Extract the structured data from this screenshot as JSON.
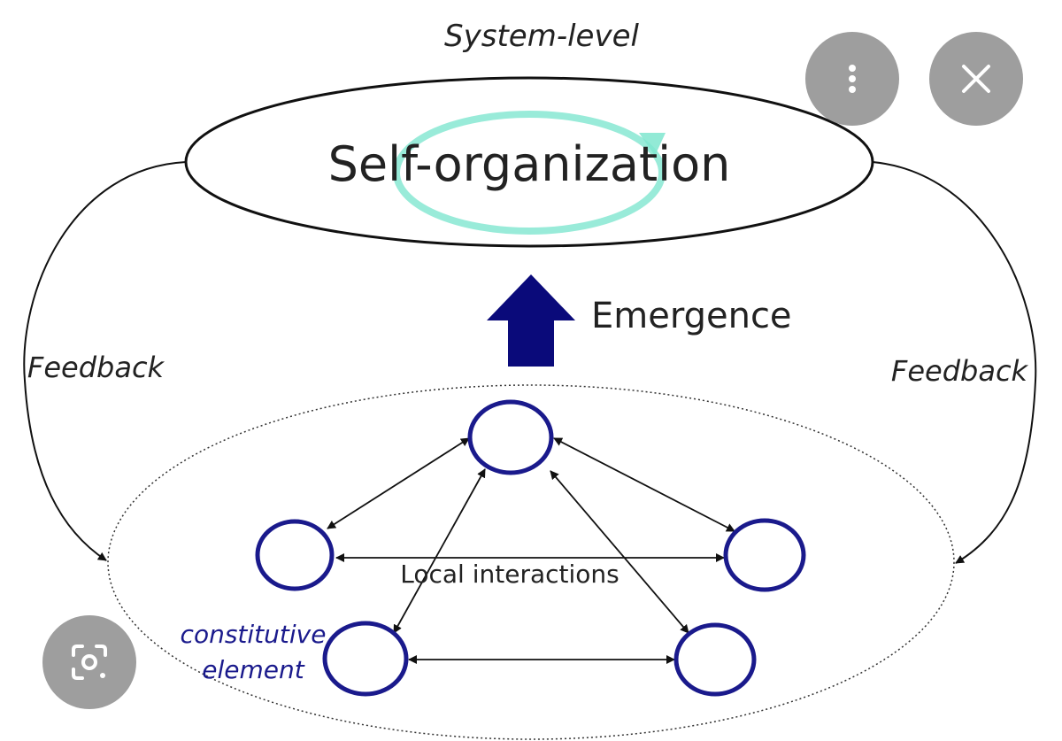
{
  "diagram": {
    "system_level_label": "System-level",
    "self_org_label": "Self-organization",
    "emergence_label": "Emergence",
    "feedback_left_label": "Feedback",
    "feedback_right_label": "Feedback",
    "local_interactions_label": "Local interactions",
    "constitutive_line1": "constitutive",
    "constitutive_line2": "element"
  },
  "colors": {
    "node_stroke": "#1a1a8c",
    "arrow_fill": "#0a0a7a",
    "cycle_stroke": "#7fe6cf",
    "overlay_button": "#9e9e9e"
  },
  "overlay": {
    "more_icon": "more-vert-icon",
    "close_icon": "close-icon",
    "lens_icon": "image-search-icon"
  }
}
